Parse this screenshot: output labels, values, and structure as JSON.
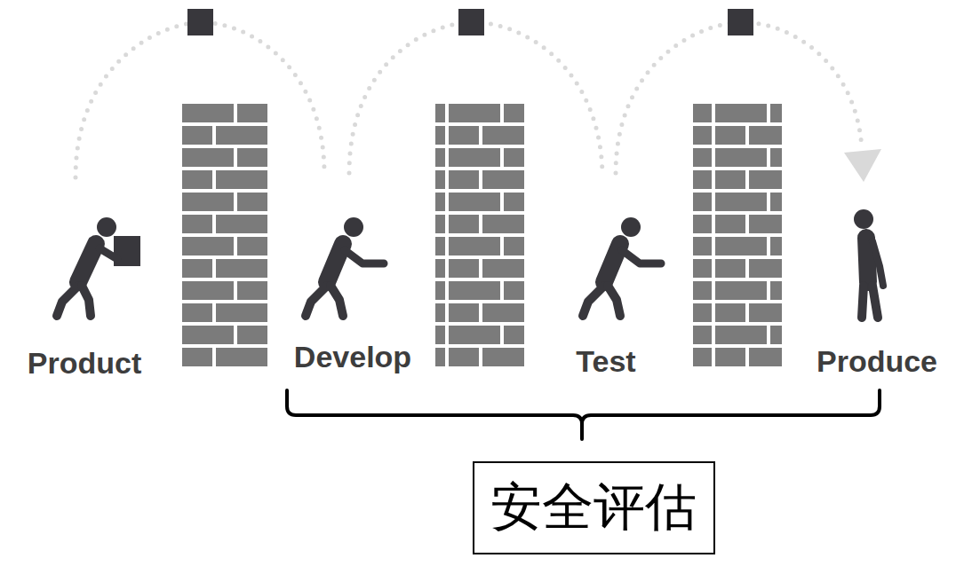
{
  "diagram": {
    "nodes": [
      {
        "text": [
          "安全评估"
        ]
      }
    ],
    "labels": [
      "Product",
      "Develop",
      "Test",
      "Produce"
    ]
  }
}
